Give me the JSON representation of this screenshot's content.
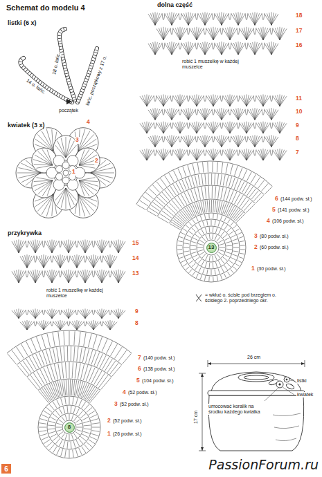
{
  "diagram": {
    "title": "Schemat do modelu 4",
    "nodes": [
      {
        "text": [
          "13"
        ]
      },
      {
        "text": [
          "8"
        ]
      },
      {
        "text": [
          "6"
        ]
      }
    ],
    "labels": [
      "listki (6 x)",
      "18 o. łańc.",
      "14 o. łańc.",
      "łańc. początkowy z 17 o.",
      "początek",
      "kwiatek (3 x)",
      "4",
      "3",
      "2",
      "1",
      "dolna część",
      "18",
      "17",
      "16",
      "robić 1 muszelkę w każdej muszelce",
      "11",
      "10",
      "9",
      "8",
      "7",
      "6",
      "(144 podw. sł.)",
      "5",
      "(141 podw. sł.)",
      "4",
      "(106 podw. sł.)",
      "3",
      "(80 podw. sł.)",
      "2",
      "(60 podw. sł.)",
      "1",
      "(30 podw. sł.)",
      "przykrywka",
      "15",
      "14",
      "13",
      "robić 1 muszelkę w każdej muszelce",
      "9",
      "8",
      "7",
      "(140 podw. sł.)",
      "6",
      "(138 podw. sł.)",
      "5",
      "(104 podw. sł.)",
      "4",
      "(52 podw. sł.)",
      "3",
      "(52 podw. sł.)",
      "2",
      "(52 podw. sł.)",
      "1",
      "(26 podw. sł.)",
      "26 cm",
      "17 cm",
      "listki",
      "kwiatek",
      "umocować koralik na środku każdego kwiatka",
      "PassionForum.ru"
    ],
    "legend": [
      {
        "text": "= wkłuć o. ścisłe pod brzegiem o. ścisłego 2. poprzedniego okr."
      }
    ]
  }
}
